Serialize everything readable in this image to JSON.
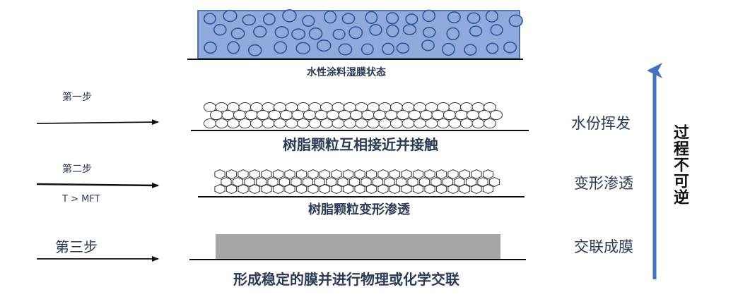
{
  "stages": [
    {
      "caption": "水性涂料湿膜状态"
    },
    {
      "caption": "树脂颗粒互相接近并接触"
    },
    {
      "caption": "树脂颗粒变形渗透"
    },
    {
      "caption": "形成稳定的膜并进行物理或化学交联"
    }
  ],
  "steps": [
    {
      "label": "第一步",
      "condition": ""
    },
    {
      "label": "第二步",
      "condition": "T > MFT"
    },
    {
      "label": "第三步",
      "condition": ""
    }
  ],
  "side_labels": [
    "水份挥发",
    "变形渗透",
    "交联成膜"
  ],
  "process_label": "过程不可逆",
  "colors": {
    "wet_film_fill": "#8faadc",
    "wet_film_border": "#2f5597",
    "particle_stroke": "#333333",
    "film_gray": "#a6a6a6",
    "arrow_blue": "#4472c4",
    "line_black": "#111111"
  }
}
